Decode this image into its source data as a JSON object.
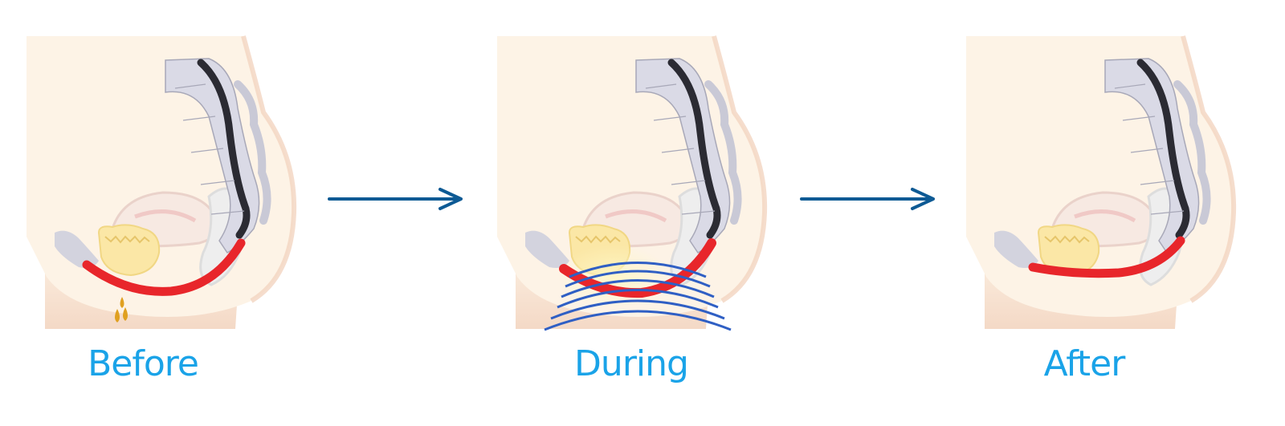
{
  "stages": [
    {
      "id": "before",
      "label": "Before"
    },
    {
      "id": "during",
      "label": "During"
    },
    {
      "id": "after",
      "label": "After"
    }
  ],
  "colors": {
    "label": "#1aa3e8",
    "arrow": "#0d5a94",
    "skin": "#fdf3e6",
    "skin_shadow": "#f2d4c0",
    "spine": "#d9d9e4",
    "spine_dark": "#2b2b33",
    "pelvic_floor": "#e8262b",
    "bladder": "#fbe7a6",
    "waves": "#2f5fc4",
    "drops": "#e0a020"
  },
  "icons": [
    "right-arrow-icon",
    "pelvic-floor-section",
    "hifem-wave-icon",
    "urine-leak-drop-icon"
  ]
}
